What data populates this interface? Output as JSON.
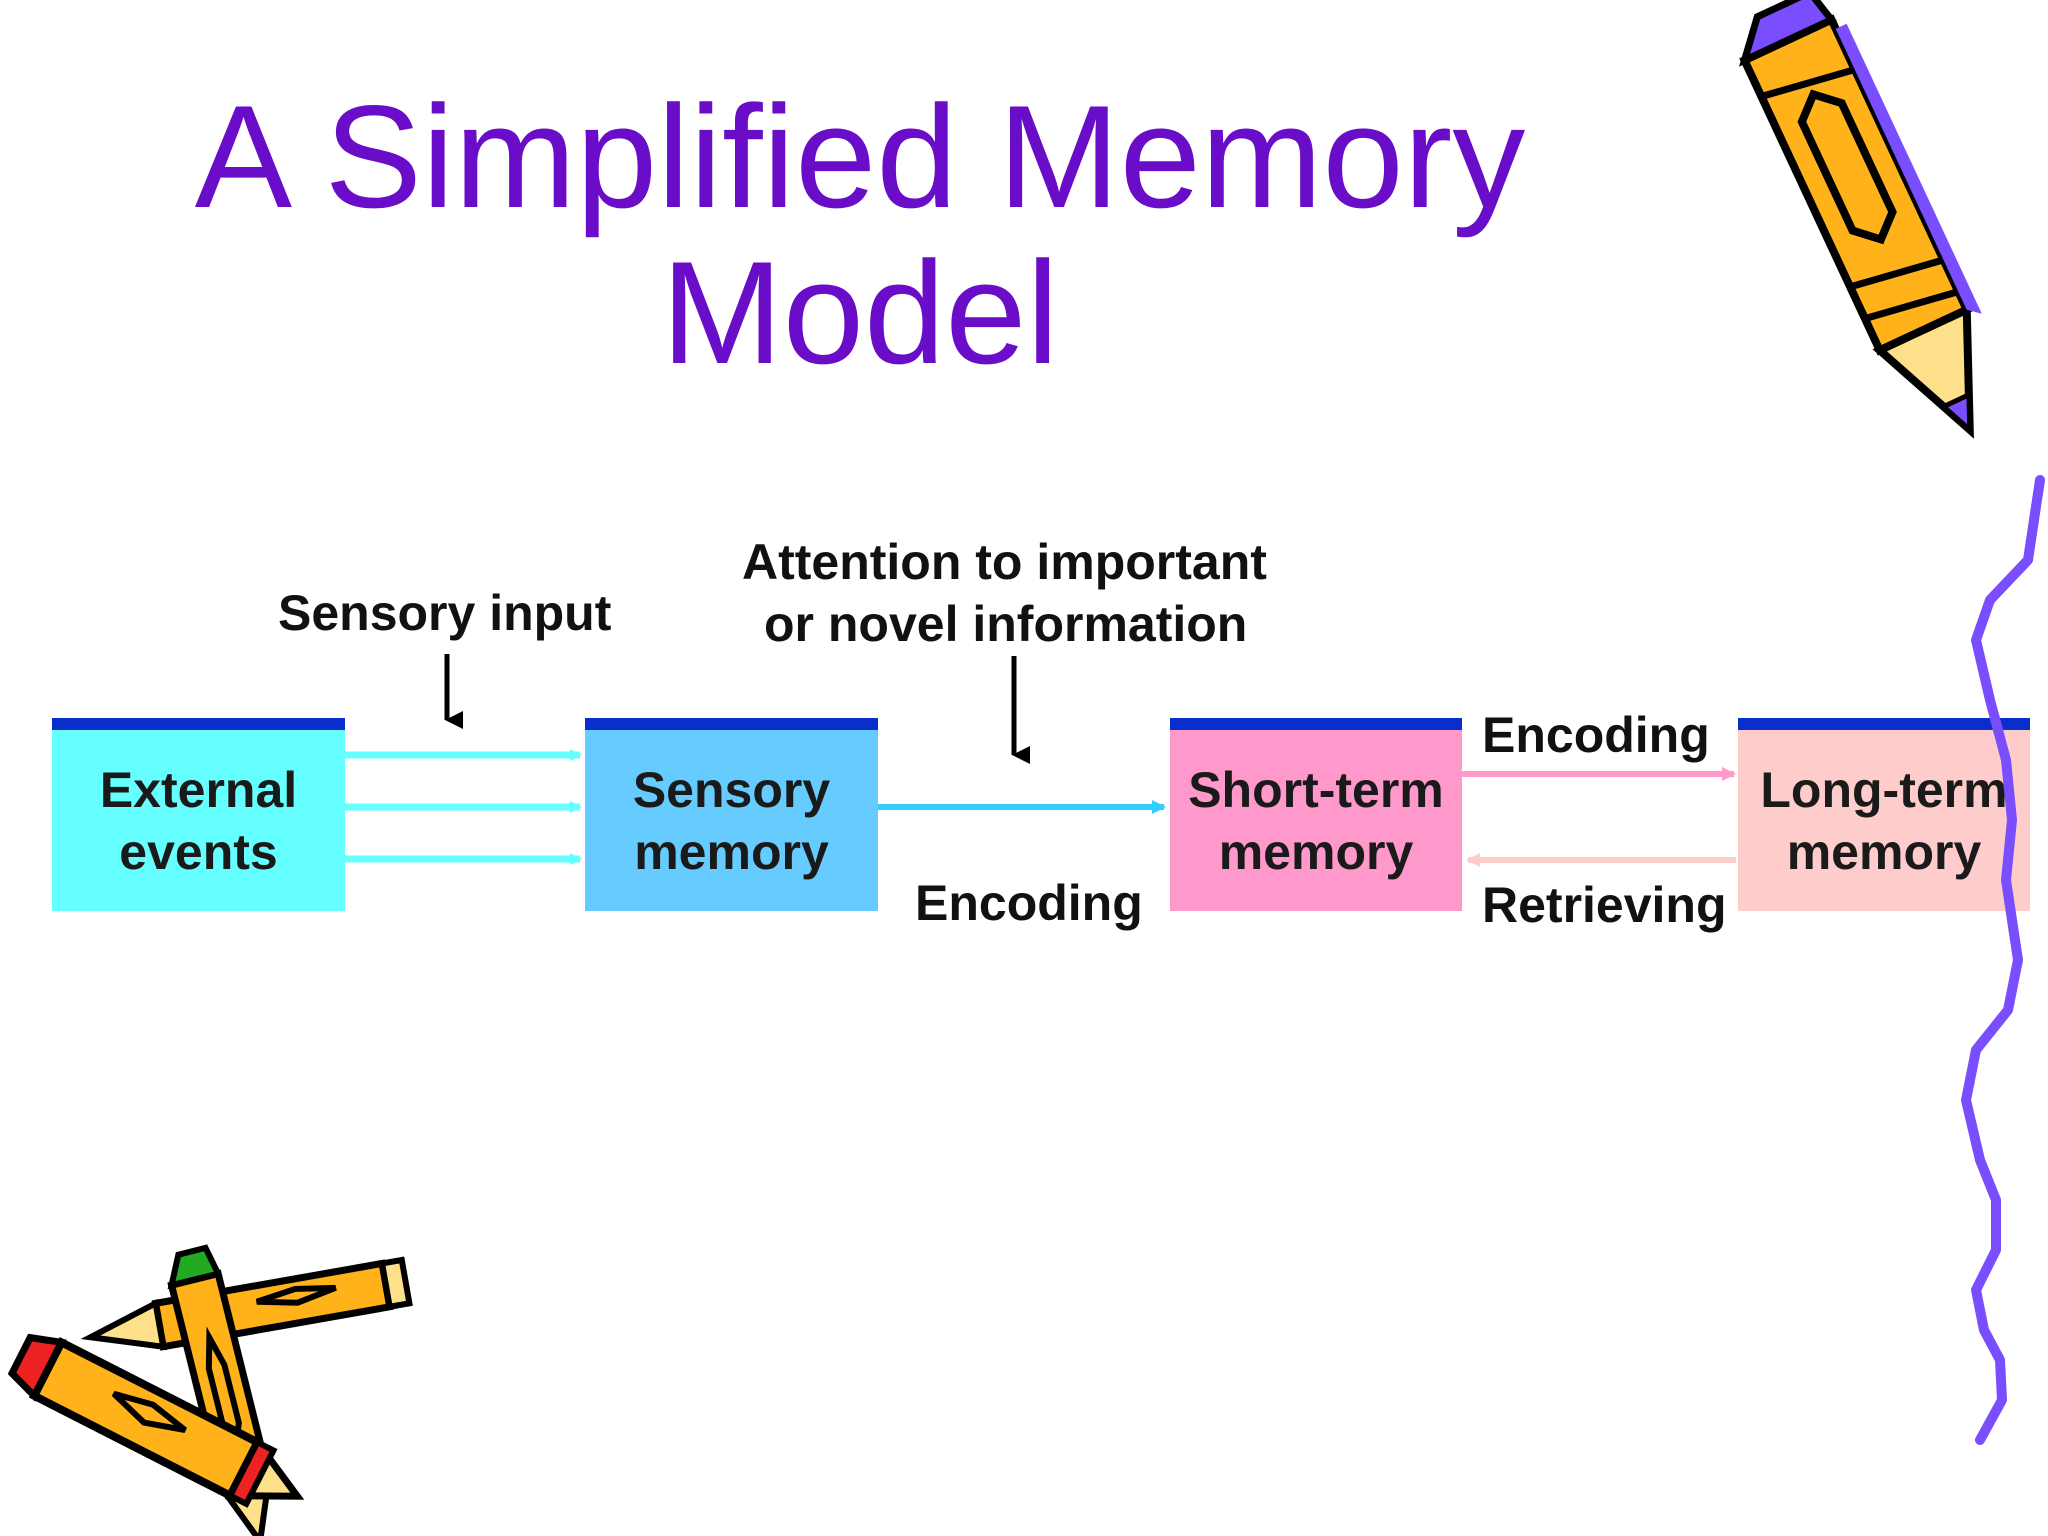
{
  "title": {
    "line1": "A Simplified Memory",
    "line2": "Model"
  },
  "colors": {
    "title": "#6A0DC9",
    "box_top_border": "#0A2ECC",
    "external_events": "#66FFFF",
    "sensory_memory": "#66CCFF",
    "short_term_memory": "#FF99CC",
    "long_term_memory": "#FFCCCC",
    "arrow_cyan": "#66FFFF",
    "arrow_blue": "#33CCFF",
    "arrow_pink": "#FF99CC",
    "arrow_light_pink": "#FFCCCC",
    "squiggle": "#7A4DFF"
  },
  "boxes": {
    "external_events": {
      "line1": "External",
      "line2": "events"
    },
    "sensory_memory": {
      "line1": "Sensory",
      "line2": "memory"
    },
    "short_term_memory": {
      "line1": "Short-term",
      "line2": "memory"
    },
    "long_term_memory": {
      "line1": "Long-term",
      "line2": "memory"
    }
  },
  "labels": {
    "sensory_input": "Sensory input",
    "attention_line1": "Attention to important",
    "attention_line2": "or novel information",
    "encoding_sensory_to_short": "Encoding",
    "encoding_short_to_long": "Encoding",
    "retrieving": "Retrieving"
  },
  "decorations": {
    "top_right": "pencil-icon",
    "bottom_left": "crossed-pencils-icon",
    "right_edge": "squiggle-line"
  }
}
